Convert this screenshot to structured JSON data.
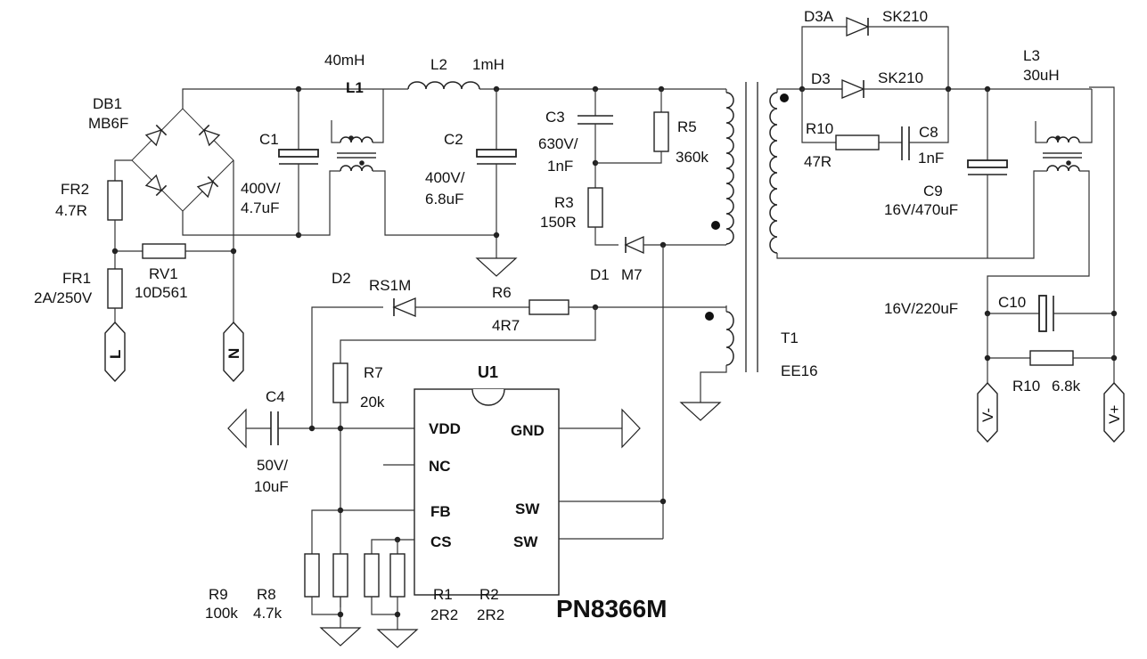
{
  "labels": {
    "db1": "DB1",
    "db1_part": "MB6F",
    "fr2": "FR2",
    "fr2_val": "4.7R",
    "fr1": "FR1",
    "fr1_val": "2A/250V",
    "rv1": "RV1",
    "rv1_val": "10D561",
    "l_term": "L",
    "n_term": "N",
    "c1": "C1",
    "c1_val1": "400V/",
    "c1_val2": "4.7uF",
    "l1": "L1",
    "l1_val": "40mH",
    "l2": "L2",
    "l2_val": "1mH",
    "c2": "C2",
    "c2_val1": "400V/",
    "c2_val2": "6.8uF",
    "c3": "C3",
    "c3_val1": "630V/",
    "c3_val2": "1nF",
    "r5": "R5",
    "r5_val": "360k",
    "r3": "R3",
    "r3_val": "150R",
    "d1": "D1",
    "d1_part": "M7",
    "d2": "D2",
    "d2_part": "RS1M",
    "r6": "R6",
    "r6_val": "4R7",
    "r7": "R7",
    "r7_val": "20k",
    "c4": "C4",
    "c4_val1": "50V/",
    "c4_val2": "10uF",
    "u1": "U1",
    "pin_vdd": "VDD",
    "pin_nc": "NC",
    "pin_fb": "FB",
    "pin_cs": "CS",
    "pin_gnd": "GND",
    "pin_sw1": "SW",
    "pin_sw2": "SW",
    "r9": "R9",
    "r9_val": "100k",
    "r8": "R8",
    "r8_val": "4.7k",
    "r1": "R1",
    "r1_val": "2R2",
    "r2": "R2",
    "r2_val": "2R2",
    "part_number": "PN8366M",
    "t1": "T1",
    "t1_val": "EE16",
    "d3a": "D3A",
    "d3a_part": "SK210",
    "d3": "D3",
    "d3_part": "SK210",
    "r10a": "R10",
    "r10a_val": "47R",
    "c8": "C8",
    "c8_val": "1nF",
    "c9": "C9",
    "c9_val": "16V/470uF",
    "l3": "L3",
    "l3_val": "30uH",
    "c10": "C10",
    "c10_val": "16V/220uF",
    "r10b": "R10",
    "r10b_val": "6.8k",
    "vneg": "V-",
    "vpos": "V+"
  }
}
